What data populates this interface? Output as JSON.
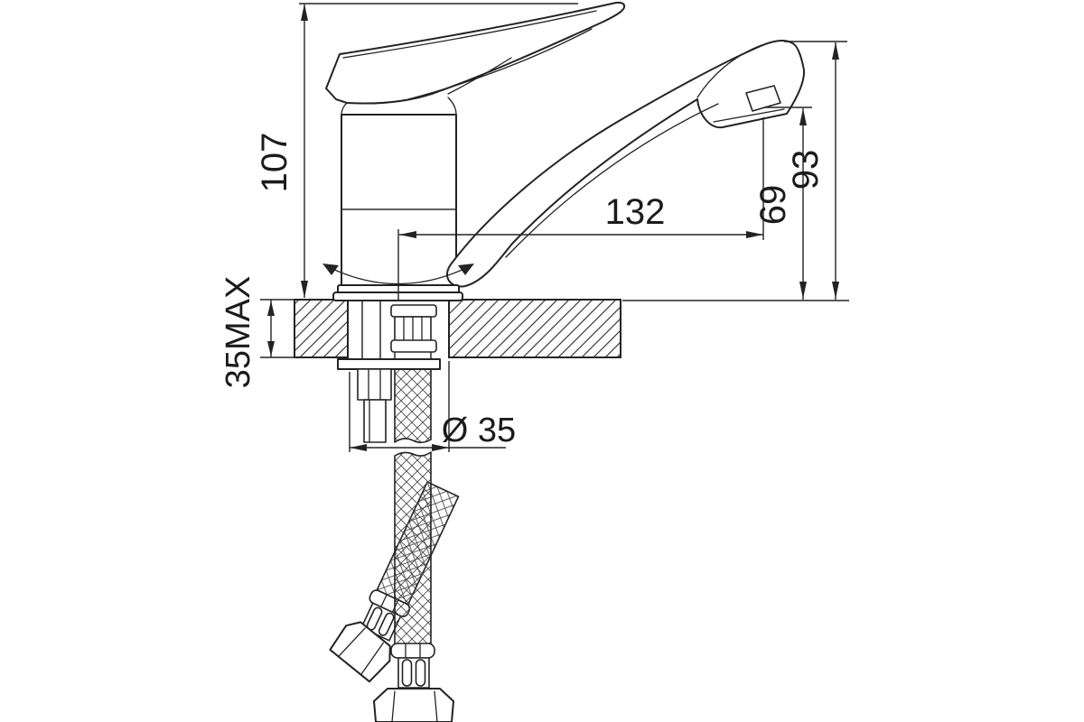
{
  "drawing": {
    "background_color": "#ffffff",
    "line_color": "#232323",
    "dimensions": {
      "total_height": "107",
      "spout_reach": "132",
      "spout_outlet_height": "69",
      "spout_top_height": "93",
      "deck_thickness_max": "35MAX",
      "mounting_hole_diameter": "Ø 35"
    }
  }
}
